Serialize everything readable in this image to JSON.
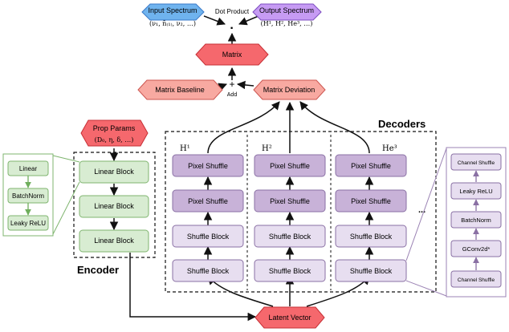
{
  "top": {
    "input_spectrum": {
      "title": "Input Spectrum",
      "formula": "(ν₁, n̄₍₁₎, ν₂, …)"
    },
    "dot_product": "Dot Product",
    "dot": "·",
    "output_spectrum": {
      "title": "Output Spectrum",
      "formula": "(H¹, H², He³, …)"
    },
    "matrix": "Matrix",
    "matrix_baseline": "Matrix Baseline",
    "plus": "+",
    "add": "Add",
    "matrix_deviation": "Matrix Deviation"
  },
  "encoder": {
    "title": "Encoder",
    "prop_params": {
      "title": "Prop Params",
      "formula": "(D₀, η, δ, …)"
    },
    "blocks": [
      "Linear Block",
      "Linear Block",
      "Linear Block"
    ],
    "detail": [
      "Linear",
      "BatchNorm",
      "Leaky ReLU"
    ]
  },
  "decoders": {
    "title": "Decoders",
    "columns": [
      {
        "label": "H¹",
        "blocks": [
          "Pixel Shuffle",
          "Pixel Shuffle",
          "Shuffle Block",
          "Shuffle Block"
        ]
      },
      {
        "label": "H²",
        "blocks": [
          "Pixel Shuffle",
          "Pixel Shuffle",
          "Shuffle Block",
          "Shuffle Block"
        ]
      },
      {
        "label": "He³",
        "blocks": [
          "Pixel Shuffle",
          "Pixel Shuffle",
          "Shuffle Block",
          "Shuffle Block"
        ]
      }
    ],
    "ellipsis": "...",
    "detail": [
      "Channel Shuffle",
      "Leaky ReLU",
      "BatchNorm",
      "GConv2d*",
      "Channel Shuffle"
    ]
  },
  "latent_vector": "Latent Vector",
  "colors": {
    "input_fill": "#6fb3ee",
    "input_stroke": "#3a79c8",
    "output_fill": "#c69bf3",
    "output_stroke": "#7c4cc0",
    "red_dark_fill": "#f5686d",
    "red_dark_stroke": "#c62f35",
    "red_light_fill": "#f8a9a1",
    "red_light_stroke": "#cc5650",
    "green_fill": "#d8ecd2",
    "green_stroke": "#7fb56f",
    "green_arrow": "#6fae5c",
    "purple_dark_fill": "#c8b2d8",
    "purple_light_fill": "#e7def0",
    "purple_stroke": "#8a70a4",
    "detail_frame": "#9b83b4"
  }
}
